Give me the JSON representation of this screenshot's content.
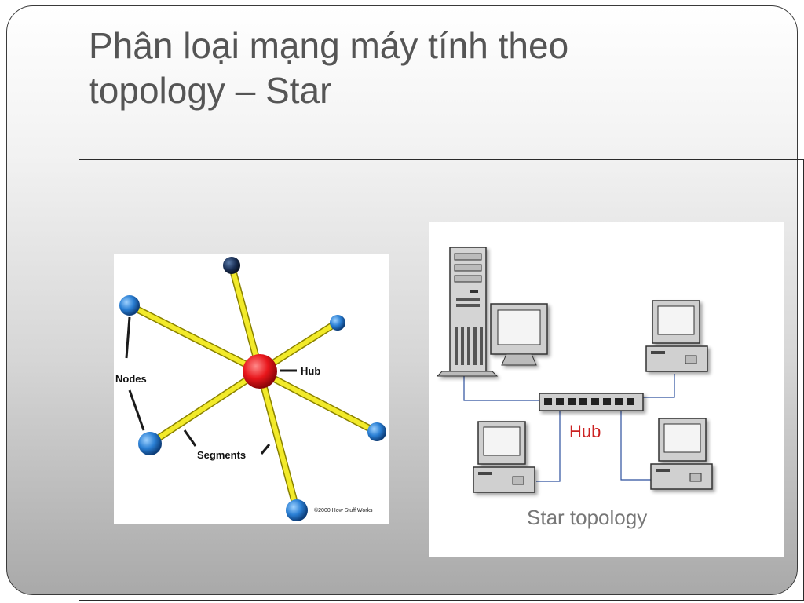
{
  "slide": {
    "title_line1": "Phân loại mạng máy tính theo",
    "title_line2": "topology – Star"
  },
  "left_diagram": {
    "label_hub": "Hub",
    "label_nodes": "Nodes",
    "label_segments": "Segments",
    "copyright": "©2000 How Stuff Works",
    "colors": {
      "hub": "#e8161b",
      "node": "#2a7fd4",
      "segment": "#f2ea2a"
    }
  },
  "right_diagram": {
    "label_hub": "Hub",
    "caption": "Star topology",
    "colors": {
      "hub_label": "#cc2222",
      "caption": "#777777"
    }
  }
}
